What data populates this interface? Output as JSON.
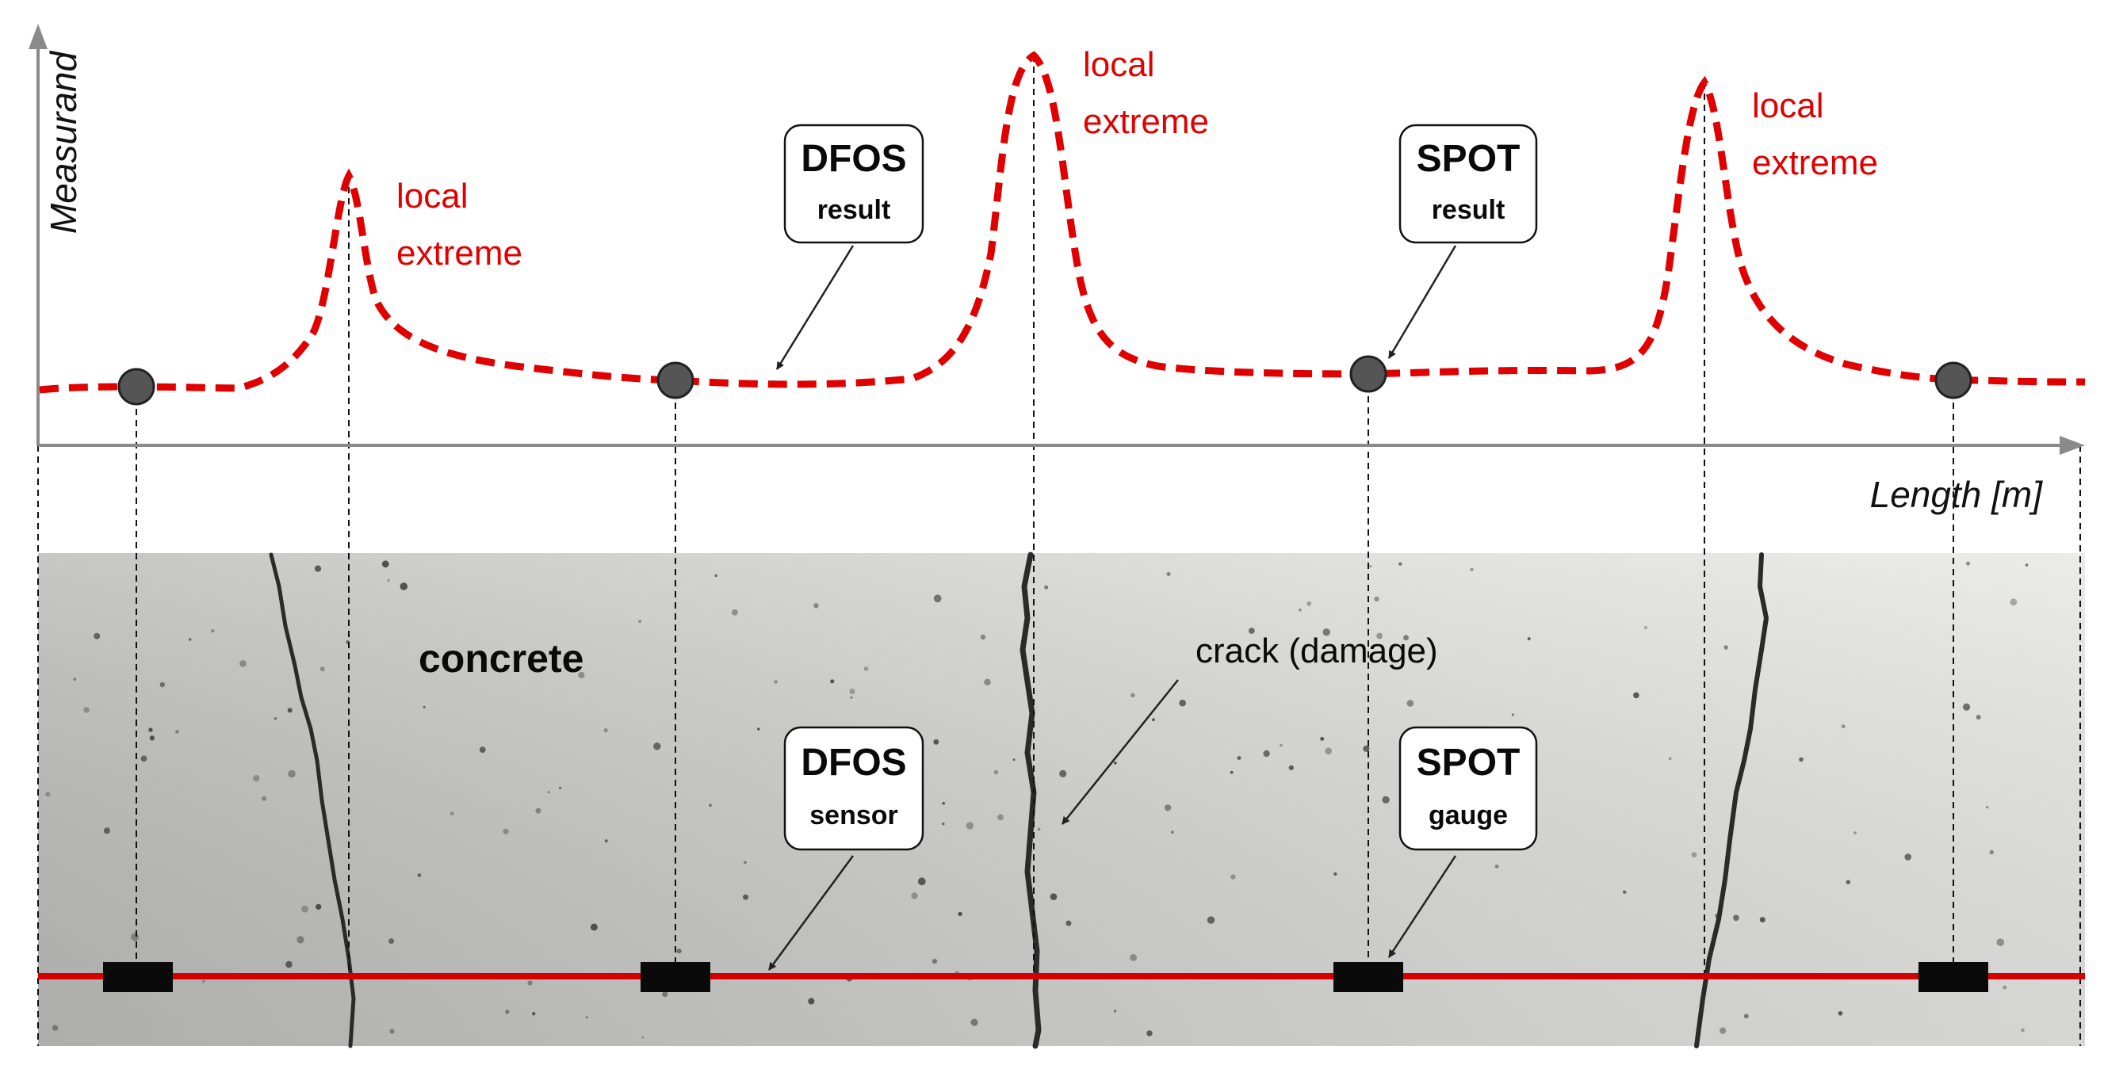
{
  "axes": {
    "y_label": "Measurand",
    "x_label": "Length [m]"
  },
  "curve": {
    "color": "#e00000"
  },
  "peaks": [
    {
      "line1": "local",
      "line2": "extreme"
    },
    {
      "line1": "local",
      "line2": "extreme"
    },
    {
      "line1": "local",
      "line2": "extreme"
    }
  ],
  "callouts": {
    "dfos_result": {
      "title": "DFOS",
      "subtitle": "result"
    },
    "spot_result": {
      "title": "SPOT",
      "subtitle": "result"
    },
    "dfos_sensor": {
      "title": "DFOS",
      "subtitle": "sensor"
    },
    "spot_gauge": {
      "title": "SPOT",
      "subtitle": "gauge"
    }
  },
  "concrete": {
    "label": "concrete",
    "crack_label": "crack (damage)",
    "surface_color": "#c9c9c7"
  },
  "sensor_line": {
    "color": "#d40000"
  },
  "spot_marker_color": "#555555"
}
